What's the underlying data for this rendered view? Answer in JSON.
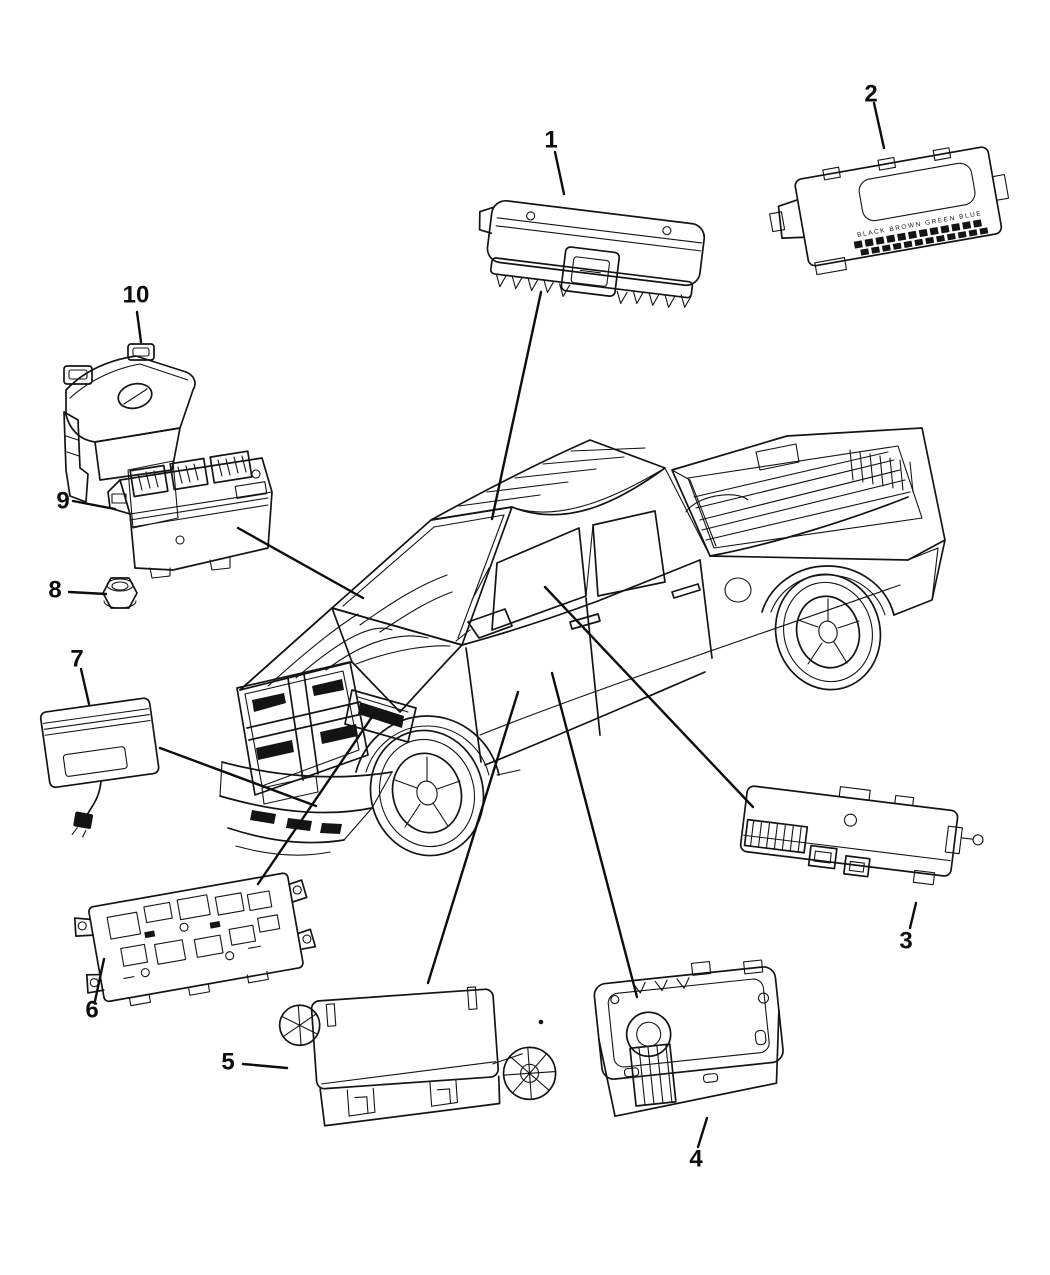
{
  "diagram": {
    "kind": "vehicle-parts-line-diagram",
    "subject": "pickup-truck-body-control-modules",
    "colors": {
      "background": "#ffffff",
      "line": "#141414"
    },
    "callouts": [
      {
        "label": "1"
      },
      {
        "label": "2"
      },
      {
        "label": "3"
      },
      {
        "label": "4"
      },
      {
        "label": "5"
      },
      {
        "label": "6"
      },
      {
        "label": "7"
      },
      {
        "label": "8"
      },
      {
        "label": "9"
      },
      {
        "label": "10"
      }
    ],
    "module_2_connector_labels": "BLACK BROWN GREEN BLUE"
  }
}
